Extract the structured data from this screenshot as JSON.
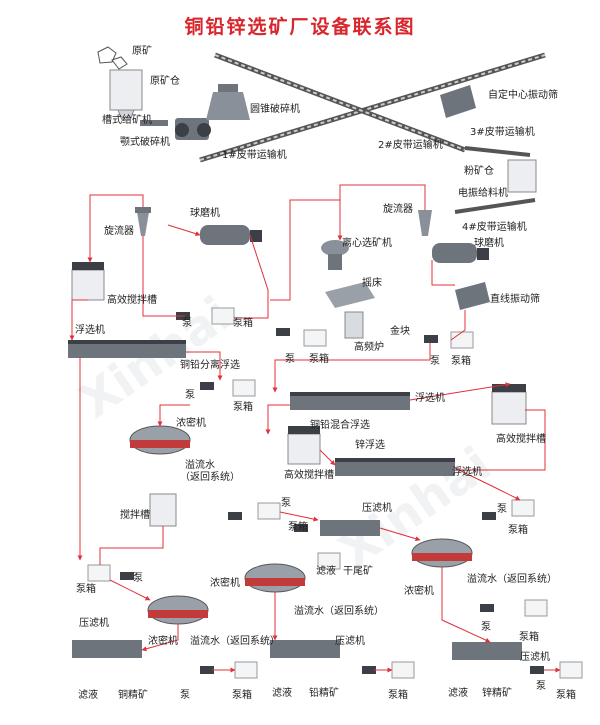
{
  "title": "铜铅锌选矿厂设备联系图",
  "watermark": "Xinhai",
  "labels": {
    "raw_ore": "原矿",
    "ore_bin": "原矿仓",
    "plate_feeder": "槽式给矿机",
    "cone_crusher": "圆锥破碎机",
    "jaw_crusher": "颚式破碎机",
    "belt1": "1#皮带运输机",
    "belt2": "2#皮带运输机",
    "belt3": "3#皮带运输机",
    "belt4": "4#皮带运输机",
    "center_screen": "自定中心振动筛",
    "powder_bin": "粉矿仓",
    "electro_feeder": "电振给料机",
    "cyclone_left": "旋流器",
    "ball_mill_left": "球磨机",
    "cyclone_mid": "旋流器",
    "ball_mill_right": "球磨机",
    "centrifuge": "离心选矿机",
    "shaking_table": "摇床",
    "hf_furnace": "高频炉",
    "gold_block": "金块",
    "linear_screen": "直线振动筛",
    "agitator_left": "高效搅拌槽",
    "pump_a": "泵",
    "box_a": "泵箱",
    "flotation_left": "浮选机",
    "cu_pb_sep": "铜铅分离浮选",
    "pump_b": "泵",
    "box_b": "泵箱",
    "pump_c": "泵",
    "box_c": "泵箱",
    "pump_d": "泵",
    "box_d": "泵箱",
    "flotation_mid": "浮选机",
    "cu_pb_mix": "铜铅混合浮选",
    "agitator_right": "高效搅拌槽",
    "thickener_1": "浓密机",
    "overflow_1": "溢流水",
    "return_1": "（返回系统）",
    "zn_float": "锌浮选",
    "agitator_mid": "高效搅拌槽",
    "flotation_right": "浮选机",
    "stir_tank": "搅拌槽",
    "pump_e": "泵",
    "box_e": "泵箱",
    "filter_press_1": "压滤机",
    "pump_f": "泵",
    "box_f": "泵箱",
    "filtrate_1": "滤液",
    "tailings": "干尾矿",
    "thickener_2": "浓密机",
    "overflow_2": "溢流水（返回系统）",
    "box_g": "泵箱",
    "pump_g": "泵",
    "thickener_3": "浓密机",
    "overflow_3": "溢流水（返回系统）",
    "thickener_4": "浓密机",
    "overflow_4": "溢流水（返回系统）",
    "pump_h": "泵",
    "box_h": "泵箱",
    "filter_press_2": "压滤机",
    "filtrate_2": "滤液",
    "cu_conc": "铜精矿",
    "pump_i": "泵",
    "box_i": "泵箱",
    "filter_press_3": "压滤机",
    "filtrate_3": "滤液",
    "pb_conc": "铅精矿",
    "box_j": "泵箱",
    "filter_press_4": "压滤机",
    "filtrate_4": "滤液",
    "zn_conc": "锌精矿",
    "pump_j": "泵",
    "box_k": "泵箱"
  },
  "colors": {
    "title": "#d7262c",
    "flow_line": "#e0303a",
    "machine": "#6d747c"
  }
}
